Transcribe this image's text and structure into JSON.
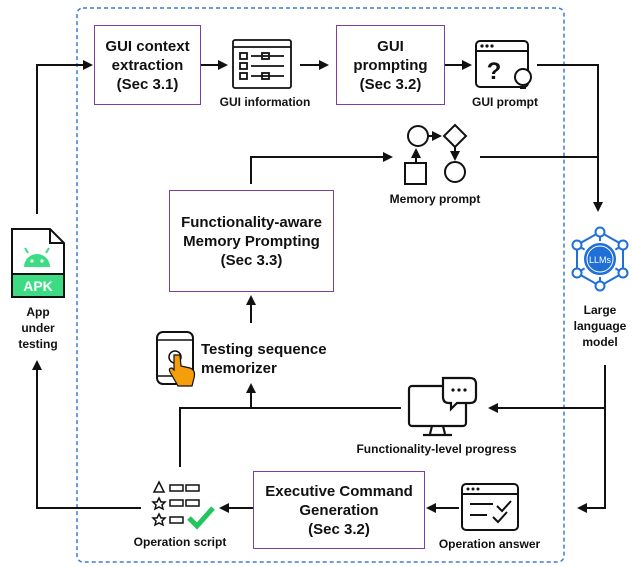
{
  "boxes": {
    "gui_context": "GUI context\nextraction\n(Sec 3.1)",
    "gui_prompting": "GUI\nprompting\n(Sec 3.2)",
    "memory_prompting": "Functionality-aware\nMemory Prompting\n(Sec 3.3)",
    "exec_command": "Executive Command\nGeneration\n(Sec 3.2)"
  },
  "labels": {
    "gui_information": "GUI information",
    "gui_prompt": "GUI prompt",
    "memory_prompt": "Memory prompt",
    "testing_sequence": "Testing sequence\nmemorizer",
    "functionality_progress": "Functionality-level progress",
    "operation_answer": "Operation answer",
    "operation_script": "Operation script",
    "app_under_testing": "App\nunder\ntesting",
    "llm": "Large\nlanguage\nmodel"
  },
  "icons": {
    "apk_text": "APK",
    "llm_badge": "LLMs",
    "question_mark": "?"
  },
  "colors": {
    "box_border": "#7b3fa0",
    "dashed_frame": "#3a7bd5",
    "apk_green": "#3ddc84",
    "llm_blue": "#1f6fd6",
    "check_green": "#22c55e",
    "hand_orange": "#f59e0b"
  }
}
